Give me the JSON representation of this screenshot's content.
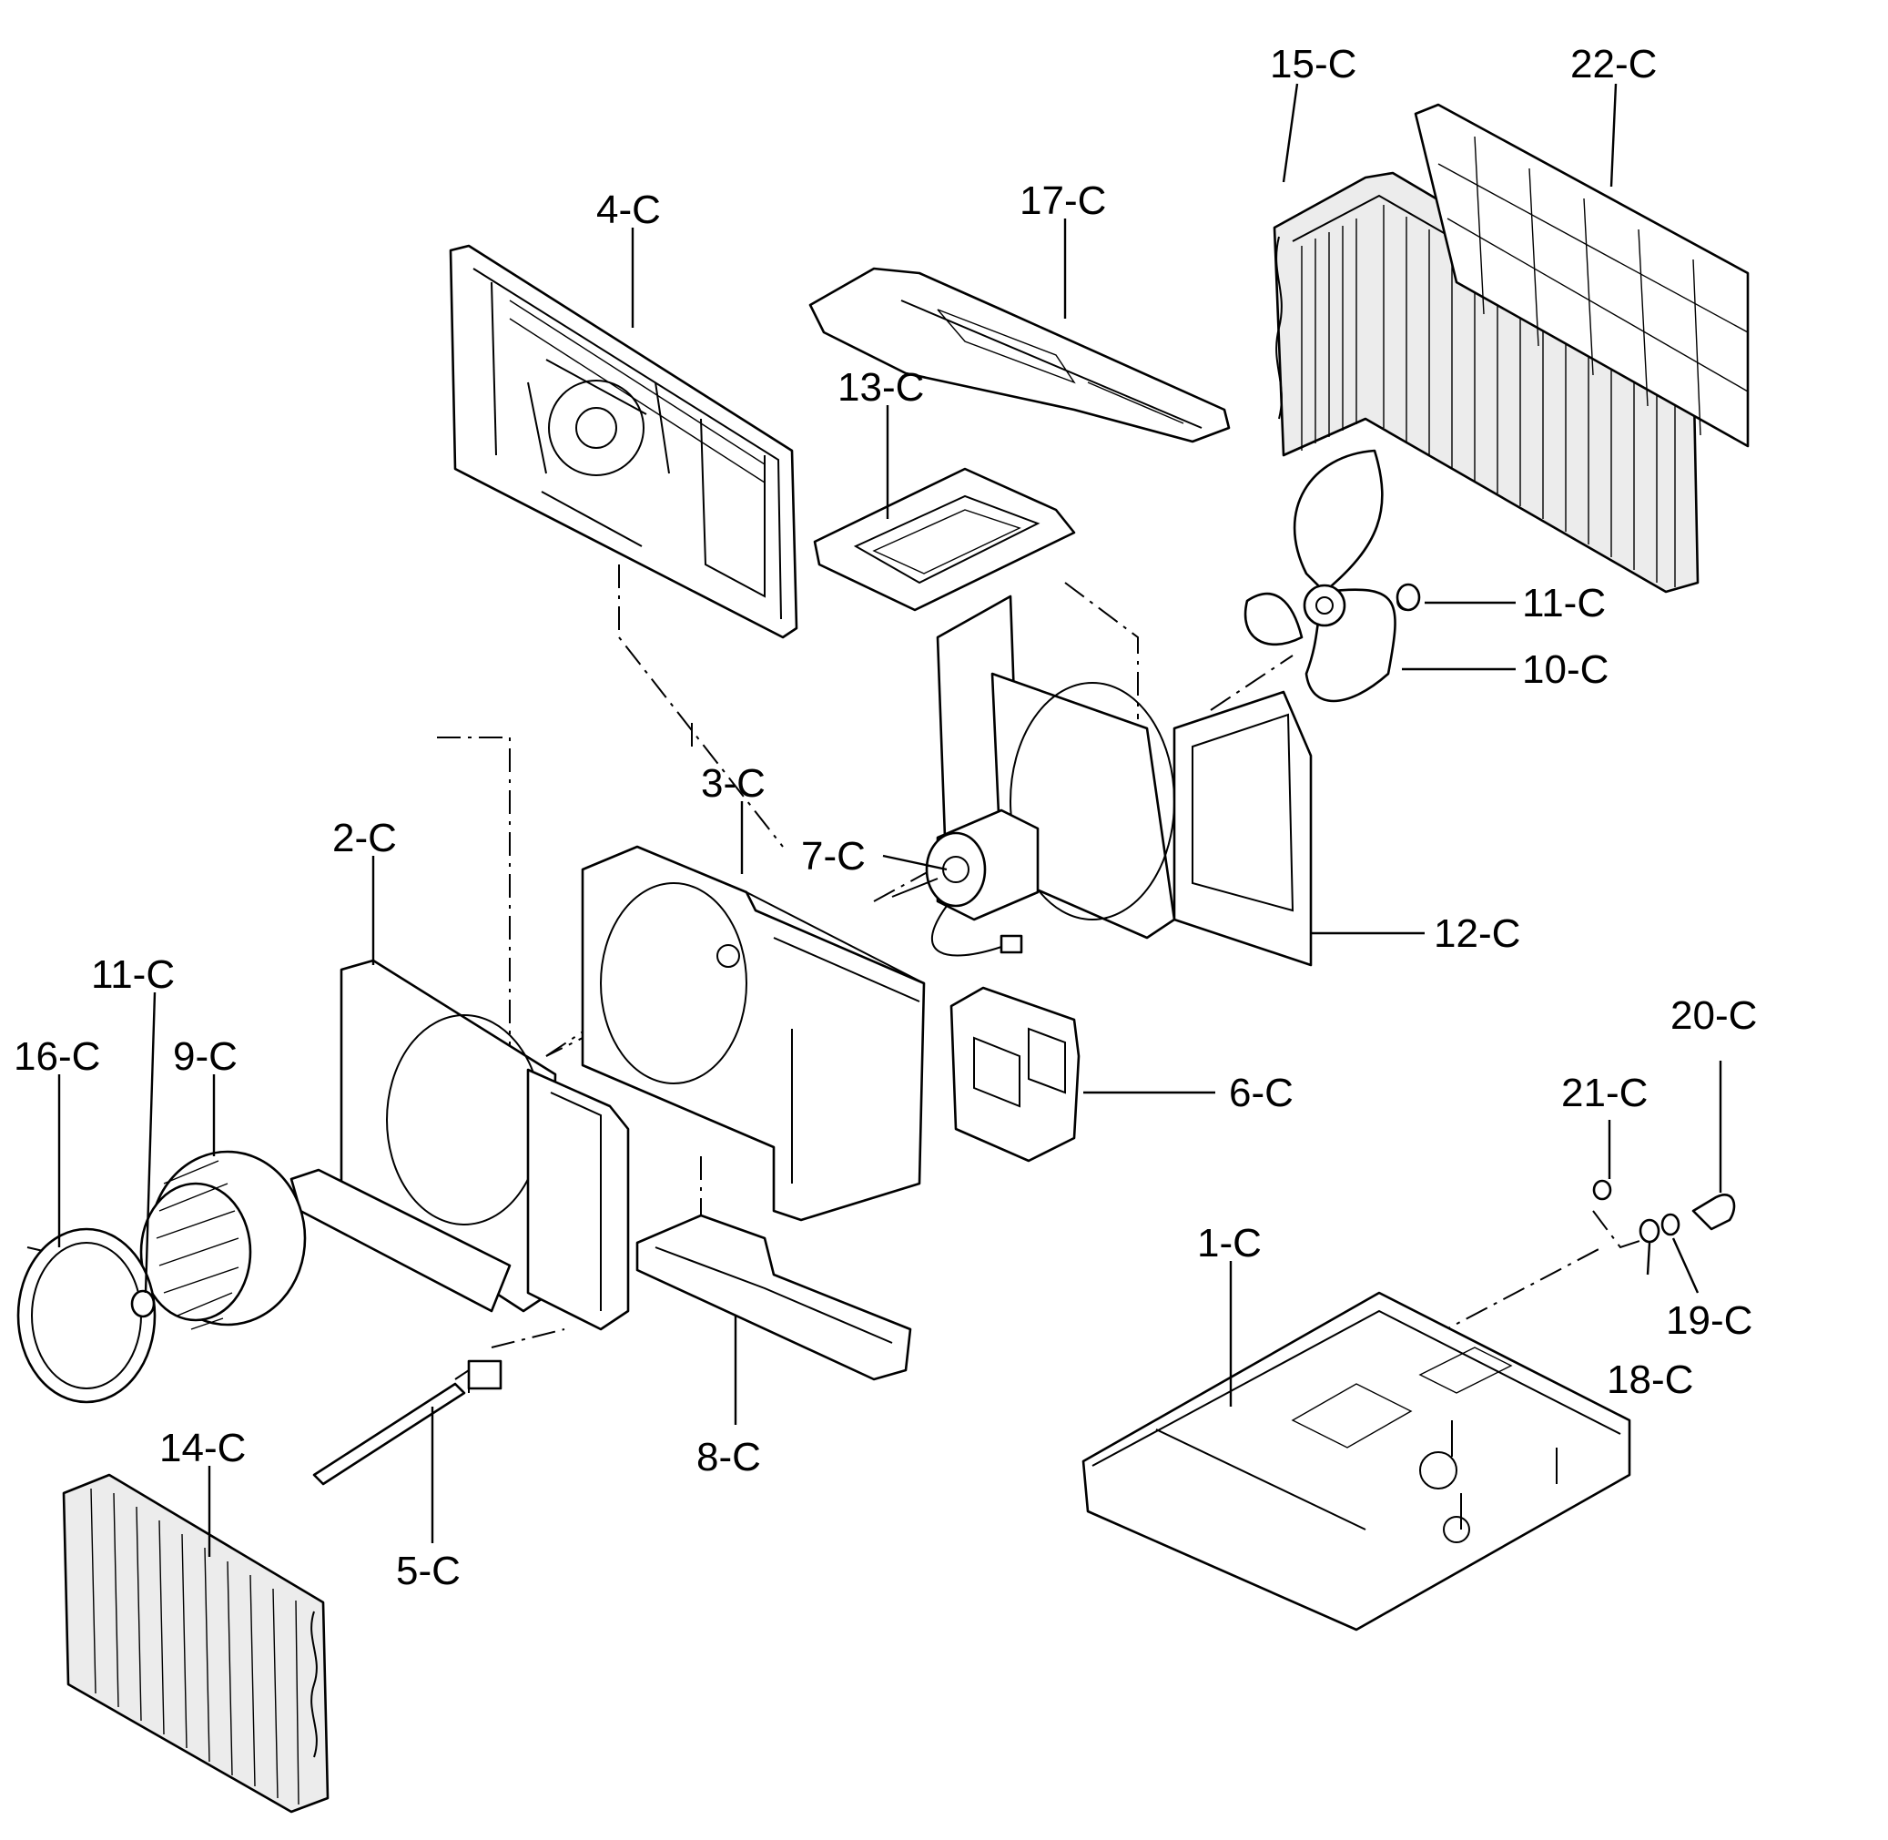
{
  "diagram": {
    "callouts": [
      {
        "id": "1-C"
      },
      {
        "id": "2-C"
      },
      {
        "id": "3-C"
      },
      {
        "id": "4-C"
      },
      {
        "id": "5-C"
      },
      {
        "id": "6-C"
      },
      {
        "id": "7-C"
      },
      {
        "id": "8-C"
      },
      {
        "id": "9-C"
      },
      {
        "id": "10-C"
      },
      {
        "id": "11-C"
      },
      {
        "id": "11-C"
      },
      {
        "id": "12-C"
      },
      {
        "id": "13-C"
      },
      {
        "id": "14-C"
      },
      {
        "id": "15-C"
      },
      {
        "id": "16-C"
      },
      {
        "id": "17-C"
      },
      {
        "id": "18-C"
      },
      {
        "id": "19-C"
      },
      {
        "id": "20-C"
      },
      {
        "id": "21-C"
      },
      {
        "id": "22-C"
      }
    ]
  }
}
